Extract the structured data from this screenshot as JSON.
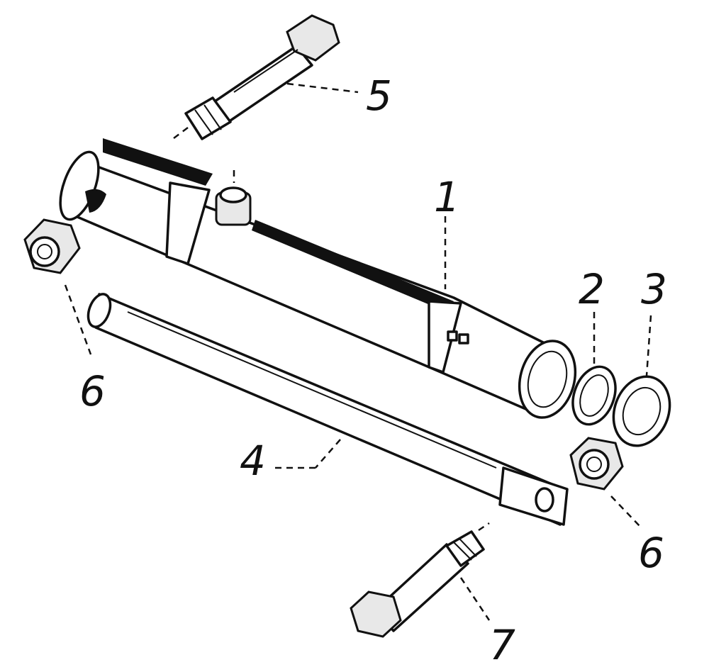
{
  "callouts": {
    "c1": "1",
    "c2": "2",
    "c3": "3",
    "c4": "4",
    "c5": "5",
    "c6a": "6",
    "c6b": "6",
    "c7": "7"
  },
  "colors": {
    "ink": "#111111",
    "paper": "#ffffff"
  }
}
